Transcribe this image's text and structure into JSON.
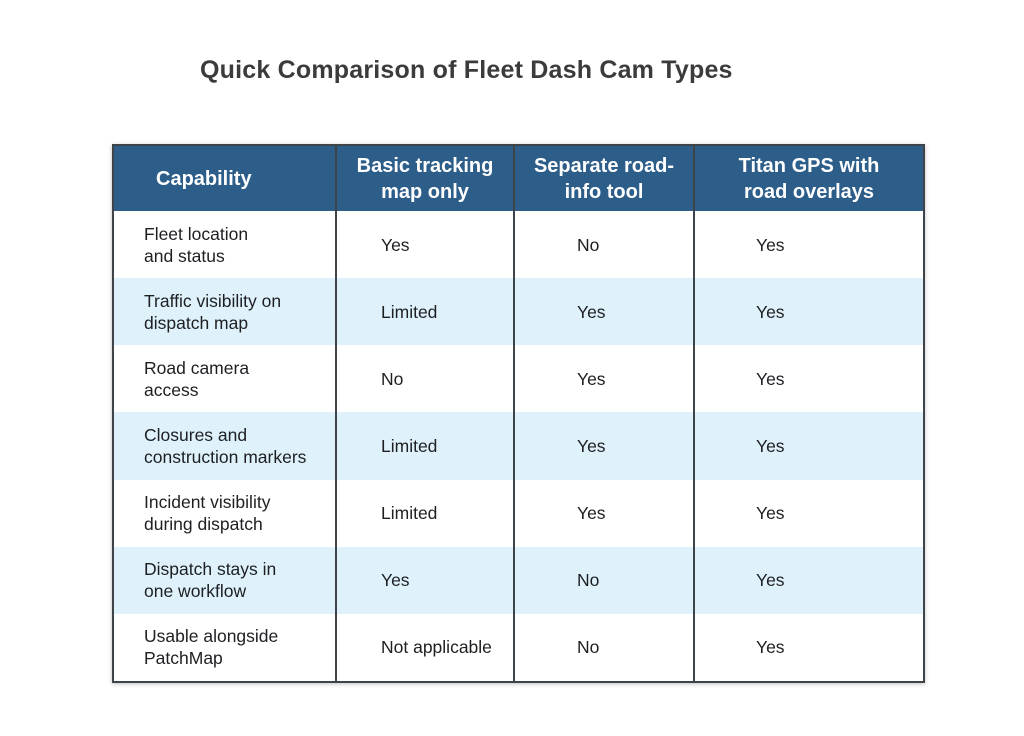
{
  "chart_data": {
    "type": "table",
    "title": "Quick Comparison of Fleet Dash Cam Types",
    "columns": [
      "Capability",
      "Basic tracking map only",
      "Separate road-info tool",
      "Titan GPS with road overlays"
    ],
    "rows": [
      [
        "Fleet location and status",
        "Yes",
        "No",
        "Yes"
      ],
      [
        "Traffic visibility on dispatch map",
        "Limited",
        "Yes",
        "Yes"
      ],
      [
        "Road camera access",
        "No",
        "Yes",
        "Yes"
      ],
      [
        "Closures and construction markers",
        "Limited",
        "Yes",
        "Yes"
      ],
      [
        "Incident visibility during dispatch",
        "Limited",
        "Yes",
        "Yes"
      ],
      [
        "Dispatch stays in one workflow",
        "Yes",
        "No",
        "Yes"
      ],
      [
        "Usable alongside PatchMap",
        "Not applicable",
        "No",
        "Yes"
      ]
    ],
    "layout_hints": {
      "header_position": "top",
      "alternating_row_shading": true,
      "grid": "vertical-separators-only"
    }
  },
  "display": {
    "header_lines": [
      [
        "Capability"
      ],
      [
        "Basic tracking",
        "map only"
      ],
      [
        "Separate road-",
        "info tool"
      ],
      [
        "Titan GPS with",
        "road overlays"
      ]
    ],
    "capability_lines": [
      [
        "Fleet location",
        "and status"
      ],
      [
        "Traffic visibility on",
        "dispatch map"
      ],
      [
        "Road camera",
        "access"
      ],
      [
        "Closures and",
        "construction markers"
      ],
      [
        "Incident visibility",
        "during dispatch"
      ],
      [
        "Dispatch stays in",
        "one workflow"
      ],
      [
        "Usable alongside",
        "PatchMap"
      ]
    ]
  },
  "colors": {
    "header_bg": "#2d5e8a",
    "header_text": "#ffffff",
    "row_bg": "#ffffff",
    "row_alt_bg": "#dff2fb",
    "border": "#3f4449",
    "body_text": "#1d1f22",
    "title_text": "#3b3b3b"
  }
}
